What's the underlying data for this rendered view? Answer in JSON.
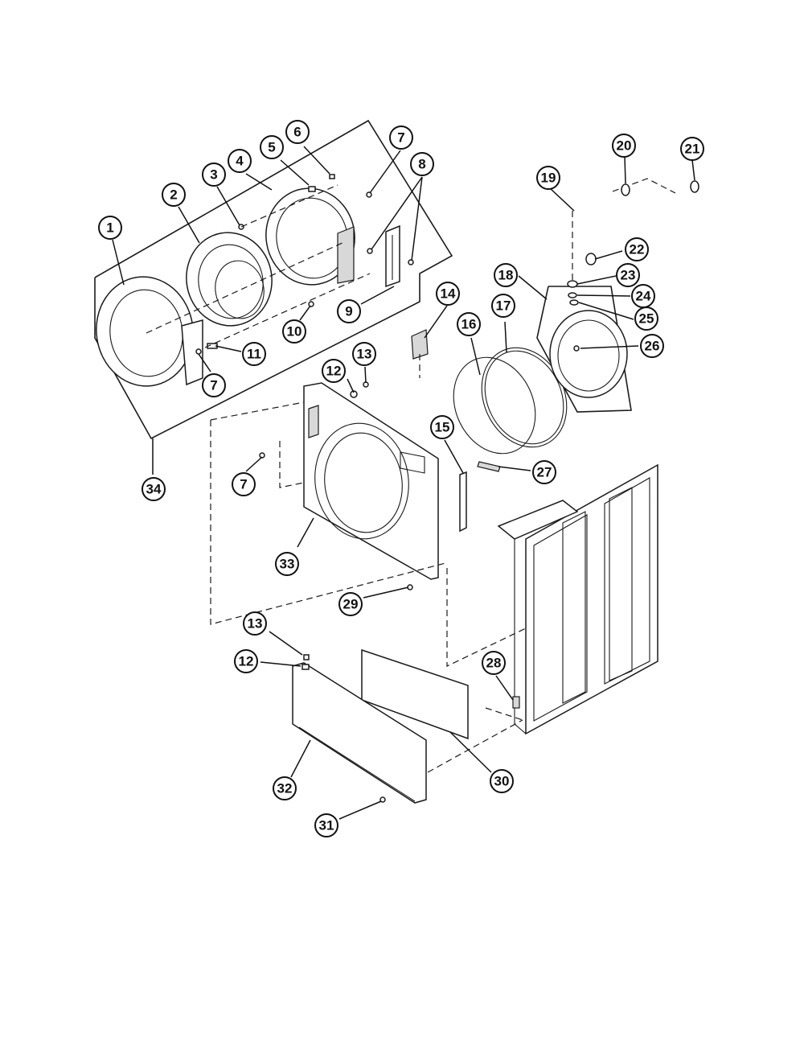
{
  "callouts": [
    {
      "id": "c1",
      "label": "1"
    },
    {
      "id": "c2",
      "label": "2"
    },
    {
      "id": "c3",
      "label": "3"
    },
    {
      "id": "c4",
      "label": "4"
    },
    {
      "id": "c5",
      "label": "5"
    },
    {
      "id": "c6",
      "label": "6"
    },
    {
      "id": "c7a",
      "label": "7"
    },
    {
      "id": "c8",
      "label": "8"
    },
    {
      "id": "c9",
      "label": "9"
    },
    {
      "id": "c10",
      "label": "10"
    },
    {
      "id": "c11",
      "label": "11"
    },
    {
      "id": "c7b",
      "label": "7"
    },
    {
      "id": "c34",
      "label": "34"
    },
    {
      "id": "c12a",
      "label": "12"
    },
    {
      "id": "c13a",
      "label": "13"
    },
    {
      "id": "c14",
      "label": "14"
    },
    {
      "id": "c7c",
      "label": "7"
    },
    {
      "id": "c33",
      "label": "33"
    },
    {
      "id": "c29",
      "label": "29"
    },
    {
      "id": "c15",
      "label": "15"
    },
    {
      "id": "c16",
      "label": "16"
    },
    {
      "id": "c17",
      "label": "17"
    },
    {
      "id": "c18",
      "label": "18"
    },
    {
      "id": "c19",
      "label": "19"
    },
    {
      "id": "c20",
      "label": "20"
    },
    {
      "id": "c21",
      "label": "21"
    },
    {
      "id": "c22",
      "label": "22"
    },
    {
      "id": "c23",
      "label": "23"
    },
    {
      "id": "c24",
      "label": "24"
    },
    {
      "id": "c25",
      "label": "25"
    },
    {
      "id": "c26",
      "label": "26"
    },
    {
      "id": "c27",
      "label": "27"
    },
    {
      "id": "c13b",
      "label": "13"
    },
    {
      "id": "c12b",
      "label": "12"
    },
    {
      "id": "c28",
      "label": "28"
    },
    {
      "id": "c30",
      "label": "30"
    },
    {
      "id": "c32",
      "label": "32"
    },
    {
      "id": "c31",
      "label": "31"
    }
  ]
}
